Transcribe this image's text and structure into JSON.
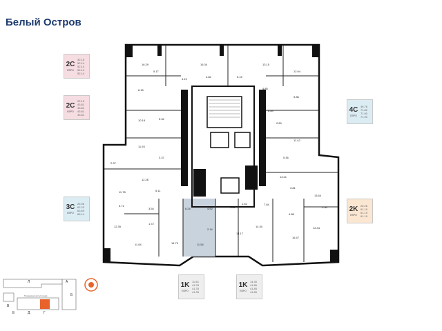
{
  "header": {
    "title": "Белый Остров"
  },
  "colors": {
    "title": "#1d3b6e",
    "pink": "#f5dde2",
    "blue": "#dcecf3",
    "orange": "#fbe6d2",
    "grey": "#eeeeee",
    "highlight": "#c9d3de"
  },
  "badges": [
    {
      "code": "2C",
      "sub": "ЕВРО",
      "values": [
        "32.15",
        "52.14",
        "52.14",
        "52.14",
        "52.14"
      ],
      "color": "pink"
    },
    {
      "code": "2C",
      "sub": "ЕВРО",
      "values": [
        "22.12",
        "43.81",
        "43.81",
        "43.81",
        "43.81"
      ],
      "color": "pink"
    },
    {
      "code": "3C",
      "sub": "ЕВРО",
      "values": [
        "25.06",
        "62.23",
        "63.69",
        "65.14"
      ],
      "color": "blue"
    },
    {
      "code": "4C",
      "sub": "ЕВРО",
      "values": [
        "46.76",
        "71.80",
        "71.90",
        "71.90"
      ],
      "color": "blue"
    },
    {
      "code": "2K",
      "sub": "ЕВРО",
      "values": [
        "26.26",
        "61.19",
        "61.19",
        "61.19"
      ],
      "color": "orange"
    },
    {
      "code": "1K",
      "sub": "ЕВРО",
      "values": [
        "11.54",
        "41.33",
        "41.33",
        "41.33"
      ],
      "color": "grey"
    },
    {
      "code": "1K",
      "sub": "ЕВРО",
      "values": [
        "14.30",
        "41.85",
        "41.85",
        "41.85"
      ],
      "color": "grey"
    }
  ],
  "rooms": [
    "16.29",
    "5.17",
    "16.34",
    "13.15",
    "12.04",
    "9.86",
    "4.82",
    "5.15",
    "4.19",
    "8.15",
    "4.85",
    "8.84",
    "10.18",
    "5.32",
    "2.80",
    "11.42",
    "11.93",
    "3.37",
    "5.36",
    "2.37",
    "12.26",
    "13.21",
    "11.78",
    "5.11",
    "3.81",
    "13.64",
    "5.71",
    "3.54",
    "4.82",
    "4.92",
    "8.24",
    "4.88",
    "7.84",
    "2.56",
    "12.35",
    "1.72",
    "2.14",
    "12.44",
    "11.84",
    "14.79",
    "11.54",
    "14.17",
    "14.30",
    "16.47",
    "1.51"
  ],
  "minimap": {
    "labels": [
      "Л",
      "А",
      "Б",
      "В",
      "Г",
      "Д",
      "Е"
    ],
    "note": "Подземная автостоянка"
  }
}
